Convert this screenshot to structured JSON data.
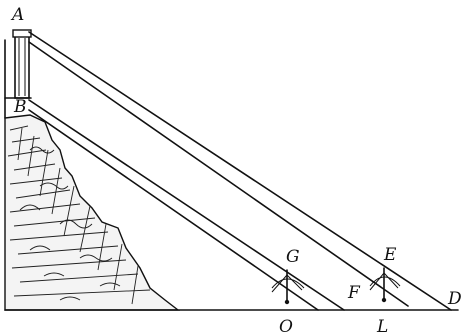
{
  "figure": {
    "labels": {
      "A": "A",
      "B": "B",
      "G": "G",
      "E": "E",
      "F": "F",
      "D": "D",
      "O": "O",
      "L": "L"
    }
  }
}
